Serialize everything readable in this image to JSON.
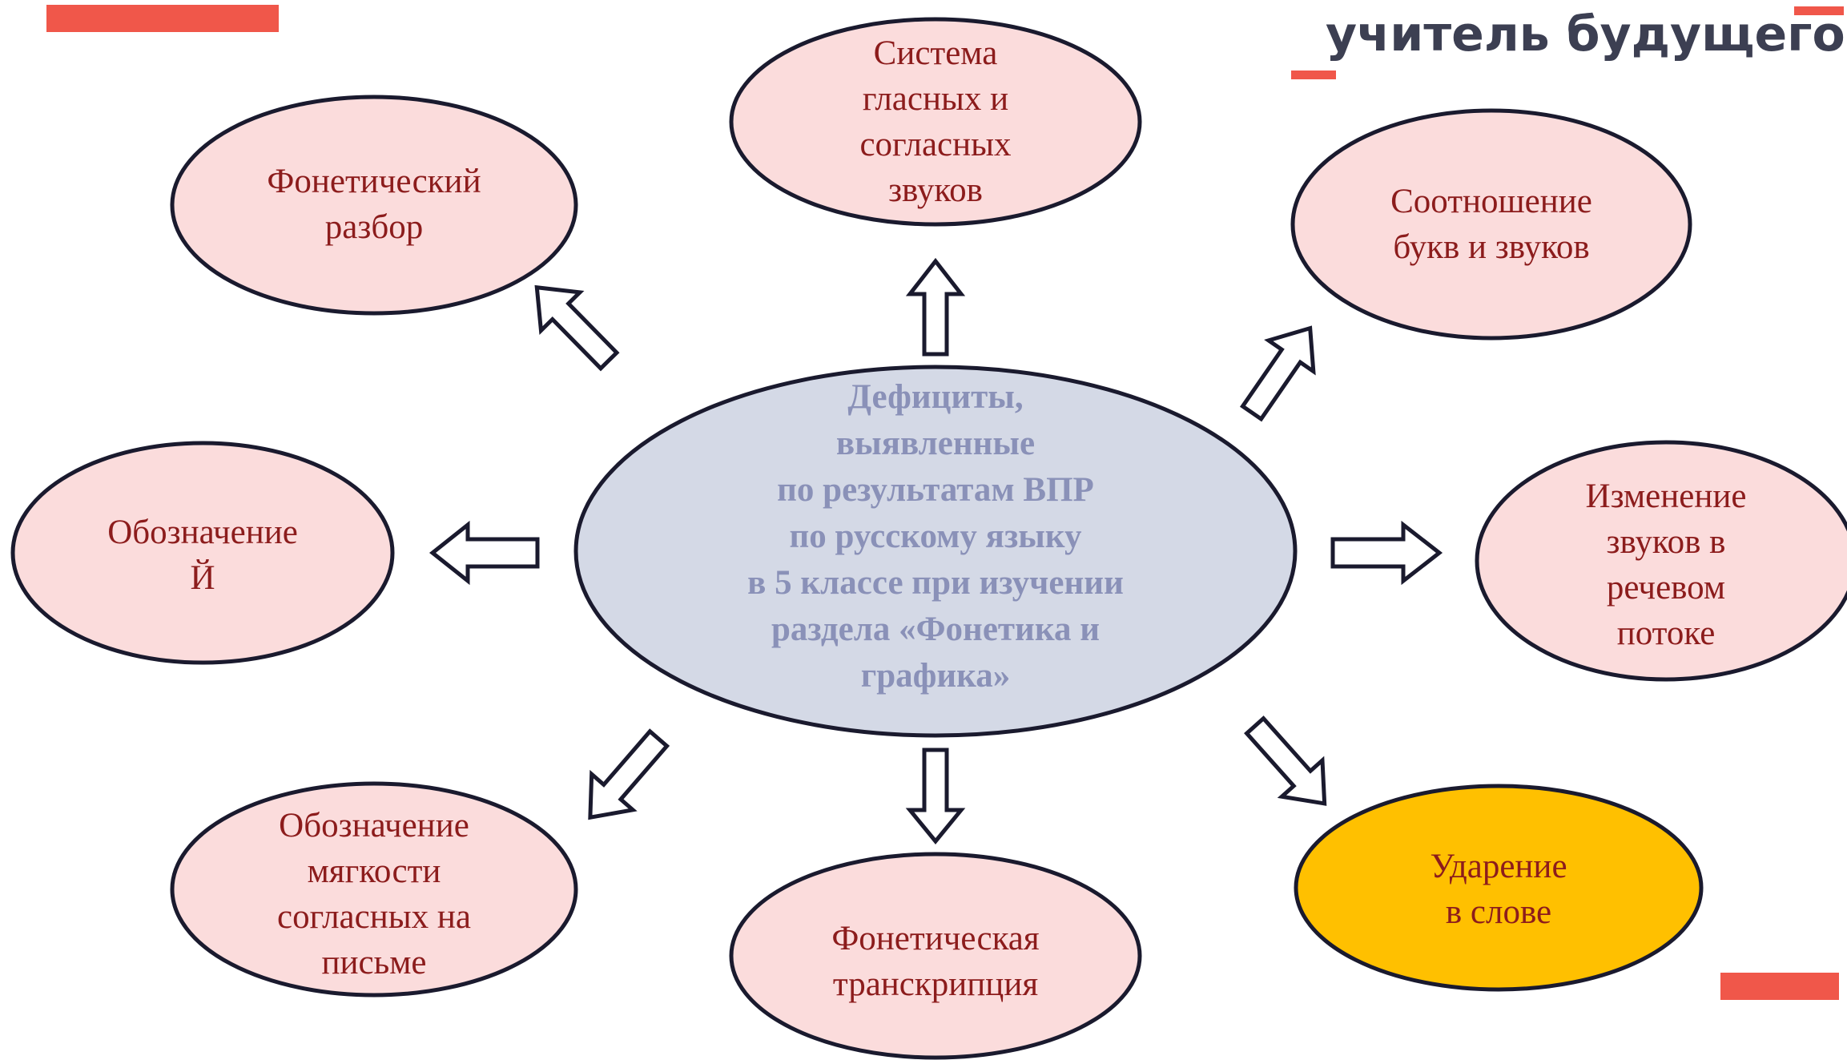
{
  "brand": {
    "logo_text": "учитель будущего"
  },
  "colors": {
    "accent_red": "#f0574a",
    "node_fill": "#fbdcdc",
    "highlight_fill": "#ffc000",
    "center_fill": "#d4d9e6",
    "node_text": "#8c1c1c",
    "center_text": "#8a91b8",
    "outline": "#1a1a2e"
  },
  "center": {
    "label": "Дефициты,\nвыявленные\nпо результатам ВПР\nпо русскому языку\nв 5 классе при изучении\nраздела «Фонетика и\nграфика»"
  },
  "nodes": [
    {
      "id": "top",
      "label": "Система\nгласных и\nсогласных\nзвуков"
    },
    {
      "id": "top-left",
      "label": "Фонетический\nразбор"
    },
    {
      "id": "top-right",
      "label": "Соотношение\nбукв и звуков"
    },
    {
      "id": "left",
      "label": "Обозначение\nЙ"
    },
    {
      "id": "right",
      "label": "Изменение\nзвуков в\nречевом\nпотоке"
    },
    {
      "id": "bottom-left",
      "label": "Обозначение\nмягкости\nсогласных на\nписьме"
    },
    {
      "id": "bottom",
      "label": "Фонетическая\nтранскрипция"
    },
    {
      "id": "bottom-right",
      "label": "Ударение\nв слове",
      "highlighted": true
    }
  ]
}
